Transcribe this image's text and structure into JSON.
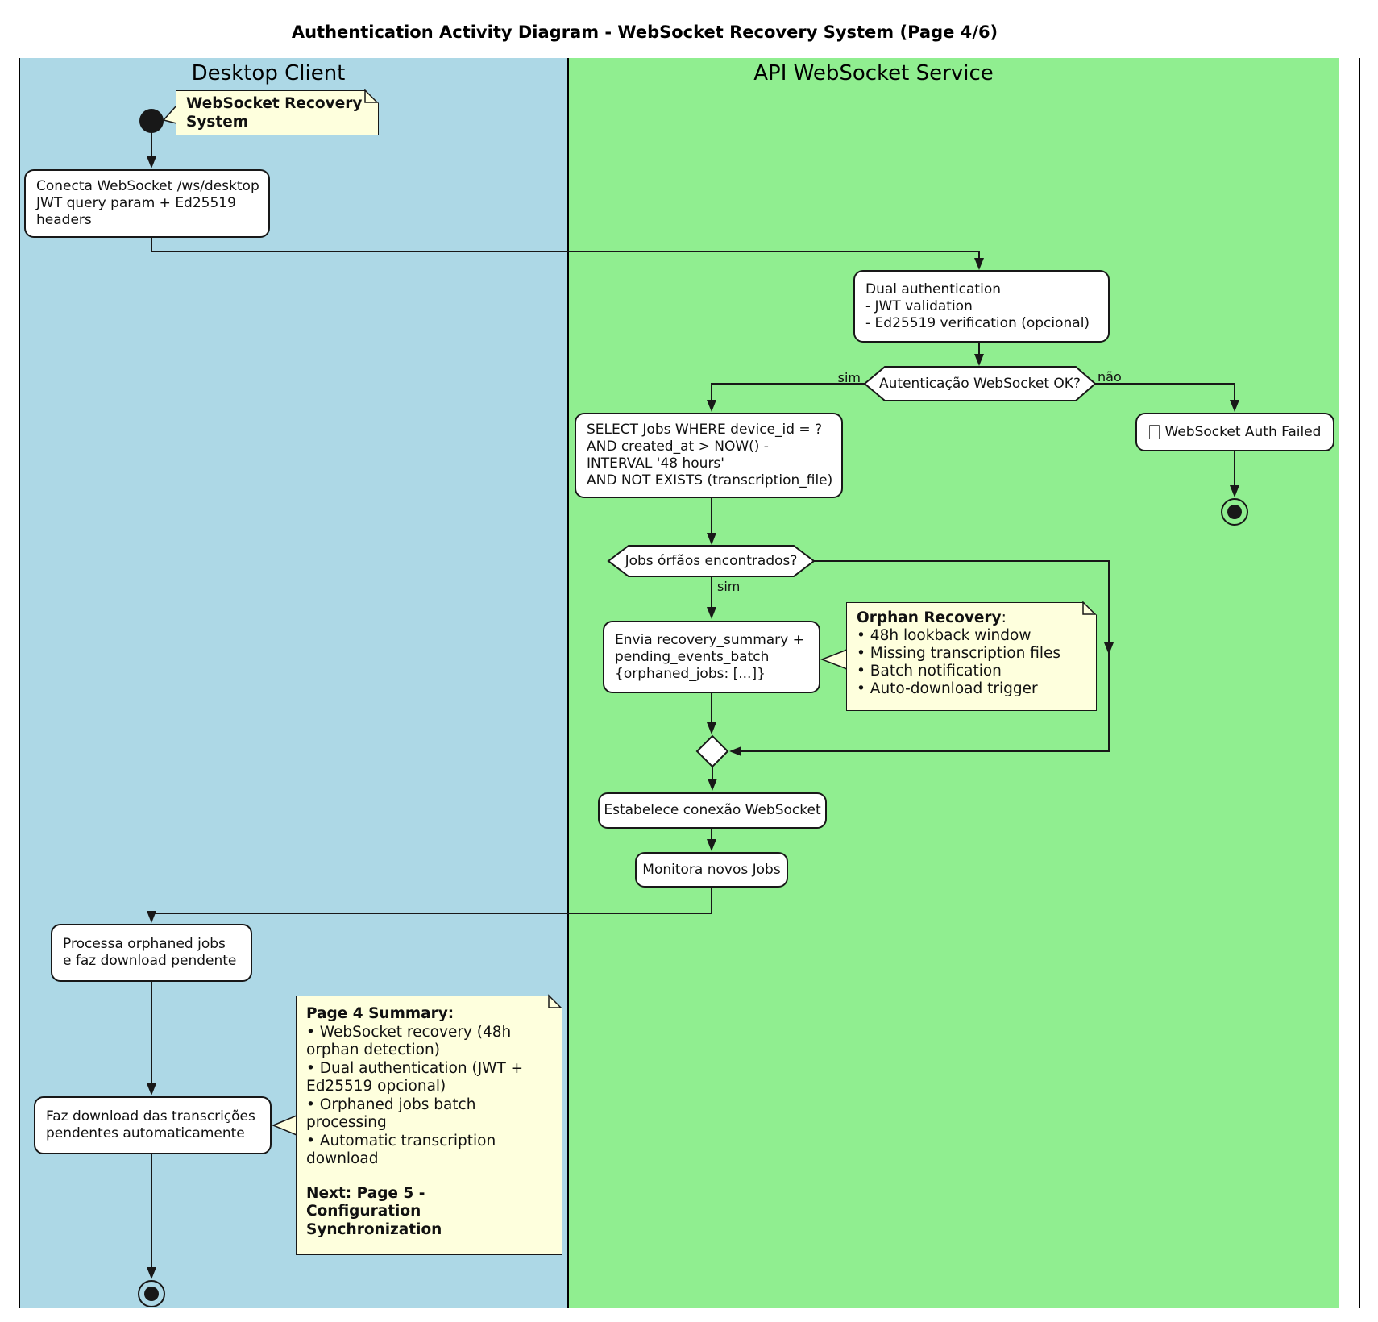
{
  "title": "Authentication Activity Diagram - WebSocket Recovery System (Page 4/6)",
  "lanes": {
    "desktop": "Desktop Client",
    "api": "API WebSocket Service"
  },
  "colors": {
    "lane_desktop": "#ADD8E6",
    "lane_api": "#90EE90",
    "note_bg": "#FEFFDD",
    "line": "#181818"
  },
  "notes": {
    "ws_recovery": {
      "line1": "WebSocket Recovery",
      "line2": "System"
    },
    "orphan": {
      "heading": "Orphan Recovery",
      "heading_suffix": ":",
      "bullets": [
        "• 48h lookback window",
        "• Missing transcription files",
        "• Batch notification",
        "• Auto-download trigger"
      ]
    },
    "page4": {
      "heading": "Page 4 Summary:",
      "bullets": [
        "• WebSocket recovery (48h orphan detection)",
        "• Dual authentication (JWT + Ed25519 opcional)",
        "• Orphaned jobs batch processing",
        "• Automatic transcription download"
      ],
      "next": [
        "Next: Page 5 -",
        "Configuration",
        "Synchronization"
      ]
    }
  },
  "activities": {
    "connect": [
      "Conecta WebSocket /ws/desktop",
      "JWT query param + Ed25519",
      "headers"
    ],
    "dual_auth": [
      "Dual authentication",
      "- JWT validation",
      "- Ed25519 verification (opcional)"
    ],
    "select_jobs": [
      "SELECT Jobs WHERE device_id = ?",
      "AND created_at > NOW() -",
      "INTERVAL '48 hours'",
      "AND NOT EXISTS (transcription_file)"
    ],
    "auth_failed": "WebSocket Auth Failed",
    "envia": [
      "Envia recovery_summary +",
      "pending_events_batch",
      "{orphaned_jobs: [...]}"
    ],
    "estabelece": "Estabelece conexão WebSocket",
    "monitora": "Monitora novos Jobs",
    "processa": [
      "Processa orphaned jobs",
      "e faz download pendente"
    ],
    "faz_download": [
      "Faz download das transcrições",
      "pendentes automaticamente"
    ]
  },
  "decisions": {
    "auth_ok": {
      "label": "Autenticação WebSocket OK?",
      "yes": "sim",
      "no": "não"
    },
    "orphans": {
      "label": "Jobs órfãos encontrados?",
      "yes": "sim"
    }
  }
}
